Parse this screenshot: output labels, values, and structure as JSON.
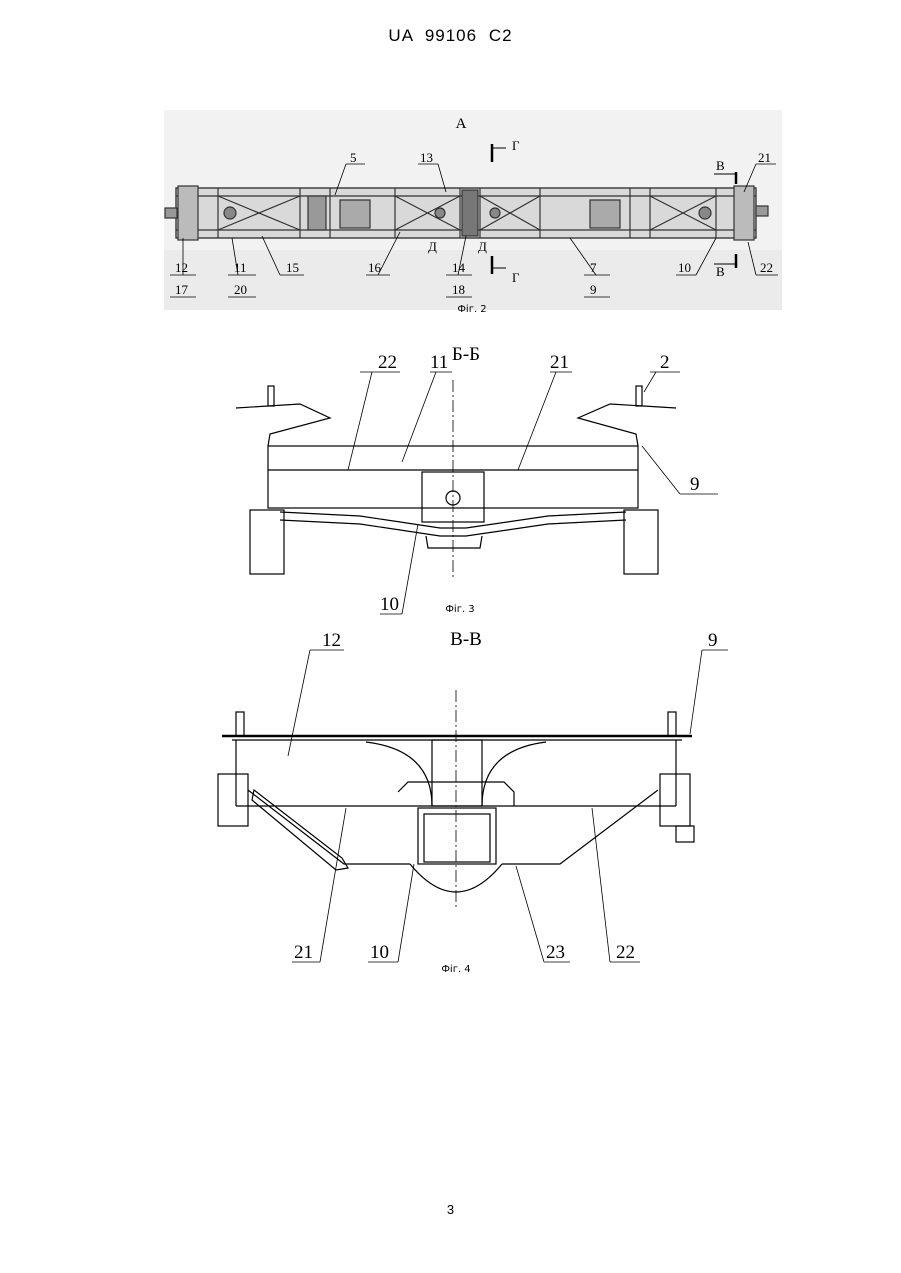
{
  "header": {
    "patent": "UA   99106   C2"
  },
  "page_number": "3",
  "fig2": {
    "view_label": "А",
    "caption": "Фіг. 2",
    "section_g_top": "Г",
    "section_g_bottom": "Г",
    "section_v_top": "В",
    "section_v_bottom": "В",
    "mark_d_left": "Д",
    "mark_d_right": "Д",
    "labels_top": [
      "5",
      "13",
      "21"
    ],
    "labels_bottom": [
      "12",
      "11",
      "15",
      "16",
      "14",
      "7",
      "10",
      "22"
    ],
    "labels_bottom_row2": [
      "17",
      "20",
      "18",
      "9"
    ]
  },
  "fig3": {
    "title": "Б-Б",
    "caption": "Фіг. 3",
    "labels": [
      "22",
      "11",
      "21",
      "2",
      "9",
      "10"
    ]
  },
  "fig4": {
    "title": "В-В",
    "caption": "Фіг. 4",
    "labels": [
      "12",
      "9",
      "21",
      "10",
      "23",
      "22"
    ]
  }
}
